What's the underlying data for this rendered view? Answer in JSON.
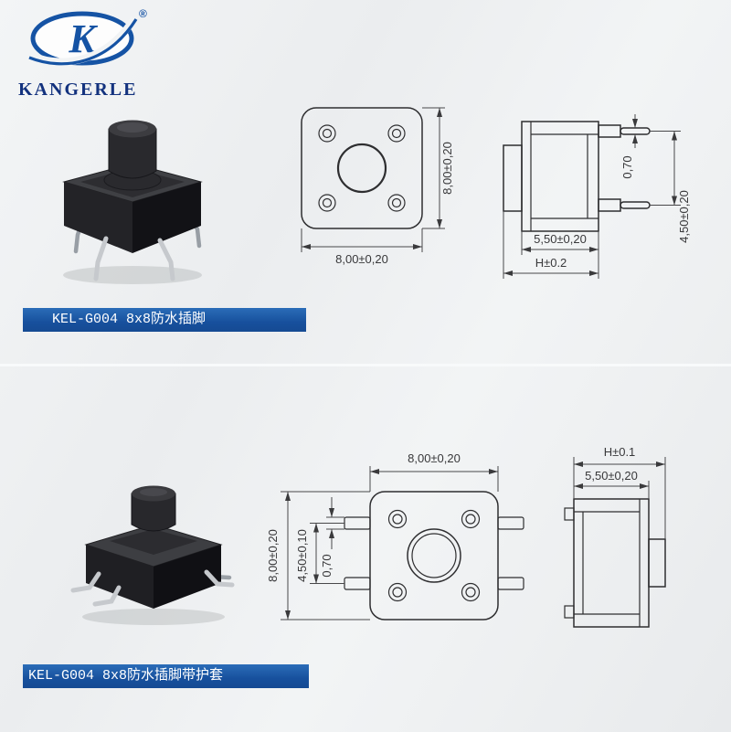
{
  "colors": {
    "brand_blue": "#1553a4",
    "brand_text": "#13327e",
    "label_bar_bg": "#17509d",
    "label_bar_text": "#ffffff",
    "drawing_line": "#2e2e30",
    "dimension_text": "#38383a",
    "background": "#eef0f2"
  },
  "brand": {
    "name": "KANGERLE",
    "logo_letter": "K",
    "registered_mark": "®"
  },
  "products": [
    {
      "label": "KEL-G004 8x8防水插脚",
      "top_view": {
        "width": "8,00±0,20",
        "height": "8,00±0,20"
      },
      "side_view": {
        "pin_diameter": "0,70",
        "body_width": "5,50±0,20",
        "total_height": "H±0.2",
        "pin_spacing": "4,50±0,20"
      }
    },
    {
      "label": "KEL-G004 8x8防水插脚带护套",
      "top_view": {
        "width": "8,00±0,20",
        "height": "8,00±0,20",
        "pin_spacing": "4,50±0,10",
        "pin_diameter": "0,70"
      },
      "side_view": {
        "total_height": "H±0.1",
        "body_width": "5,50±0,20"
      }
    }
  ]
}
